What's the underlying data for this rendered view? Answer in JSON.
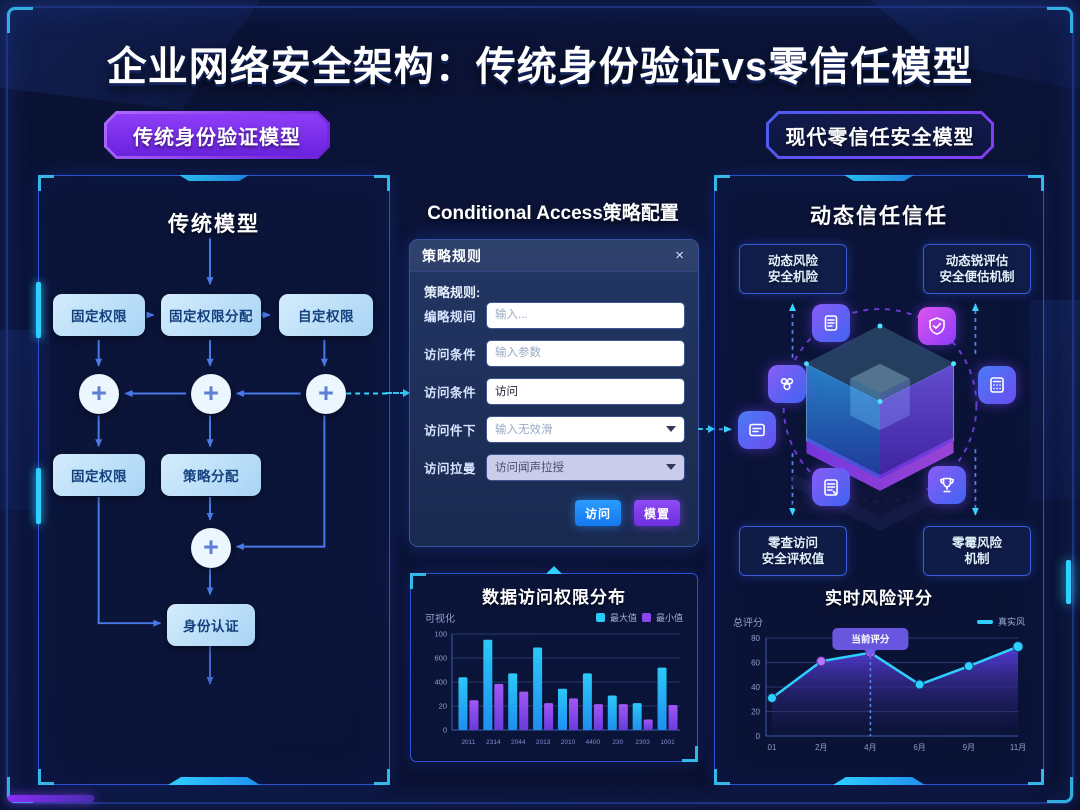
{
  "title": "企业网络安全架构：传统身份验证vs零信任模型",
  "badges": {
    "left": "传统身份验证模型",
    "right": "现代零信任安全模型"
  },
  "colors": {
    "accent_cyan": "#2fd0ff",
    "accent_purple": "#8a3cf7",
    "panel_border": "#2e4fd0",
    "flow_box": "#bfe0f7",
    "button_blue": "#1f8ffb",
    "button_purple": "#8040f0"
  },
  "icons": {
    "close": "×",
    "plus": "+",
    "chevron": "▾"
  },
  "left_panel": {
    "title": "传统模型",
    "nodes": {
      "n1": "固定权限",
      "n2": "固定权限分配",
      "n3": "自定权限",
      "n4": "固定权限",
      "n5": "策略分配",
      "n6": "身份认证"
    }
  },
  "middle": {
    "section_title": "Conditional Access策略配置",
    "modal": {
      "header": "策略规则",
      "subtitle": "策略规则:",
      "fields": [
        {
          "label": "编略规间",
          "placeholder": "输入...",
          "value": "",
          "kind": "input"
        },
        {
          "label": "访问条件",
          "placeholder": "输入参数",
          "value": "",
          "kind": "input"
        },
        {
          "label": "访问条件",
          "placeholder": "",
          "value": "访问",
          "kind": "input"
        },
        {
          "label": "访问件下",
          "placeholder": "输入无效滑",
          "value": "",
          "kind": "select"
        },
        {
          "label": "访问拉曼",
          "placeholder": "",
          "value": "访问闻声拉授",
          "kind": "select"
        }
      ],
      "buttons": [
        {
          "label": "访问"
        },
        {
          "label": "模置"
        }
      ]
    }
  },
  "right_panel": {
    "title": "动态信任信任",
    "boxes": [
      {
        "line1": "动态风险",
        "line2": "安全机险"
      },
      {
        "line1": "动态锐评估",
        "line2": "安全便估机制"
      },
      {
        "line1": "零查访问",
        "line2": "安全评权值"
      },
      {
        "line1": "零霉风险",
        "line2": "机制"
      }
    ],
    "icons": [
      "document-icon",
      "shield-check-icon",
      "users-icon",
      "id-card-icon",
      "calculator-icon",
      "checklist-icon",
      "trophy-icon"
    ]
  },
  "chart_data": [
    {
      "type": "bar",
      "title": "数据访问权限分布",
      "corner_label": "可视化",
      "categories": [
        "2011",
        "2314",
        "2044",
        "2013",
        "2010",
        "4400",
        "230",
        "2303",
        "1001"
      ],
      "series": [
        {
          "name": "最大值",
          "color": "#2bc9f8",
          "color_bottom": "#1f8ef0",
          "values": [
            55,
            94,
            59,
            86,
            43,
            59,
            36,
            28,
            65
          ]
        },
        {
          "name": "最小值",
          "color": "#a257f5",
          "color_bottom": "#6a3bdc",
          "values": [
            31,
            48,
            40,
            28,
            33,
            27,
            27,
            11,
            26
          ]
        }
      ],
      "y_ticks": [
        "100",
        "600",
        "400",
        "20",
        "0"
      ],
      "ylim": [
        0,
        100
      ],
      "grid": true,
      "legend_position": "top-right"
    },
    {
      "type": "line",
      "title": "实时风险评分",
      "corner_label": "总评分",
      "legend": "真实风",
      "x": [
        "01",
        "2月",
        "4月",
        "6月",
        "9月",
        "11月"
      ],
      "values": [
        31,
        61,
        68,
        42,
        57,
        73
      ],
      "highlight_indices": [
        1,
        2
      ],
      "tooltip": {
        "text": "当前评分",
        "index": 2
      },
      "y_ticks": [
        "80",
        "60",
        "40",
        "20",
        "0"
      ],
      "ylim": [
        0,
        88
      ],
      "line_color": "#2fd0ff",
      "area_color": "#5a3de0",
      "grid": true
    }
  ]
}
